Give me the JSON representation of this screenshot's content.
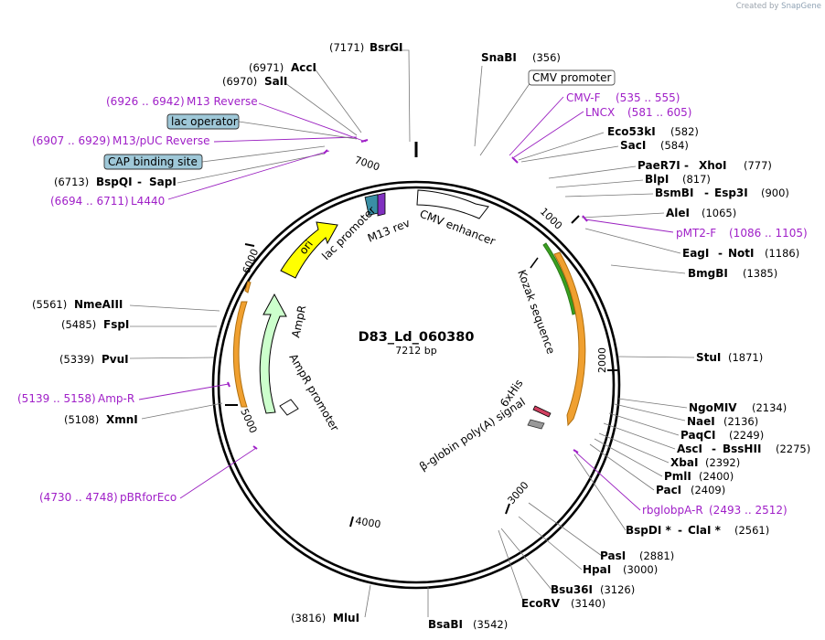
{
  "credit": {
    "prefix": "Created by",
    "brand": "SnapGene"
  },
  "plasmid": {
    "name": "D83_Ld_060380",
    "size": "7212 bp",
    "length": 7212
  },
  "ticks": [
    1000,
    2000,
    3000,
    4000,
    5000,
    6000,
    7000
  ],
  "enzymes": [
    {
      "name": "BsrGI",
      "pos": "(7171)",
      "at": 7171,
      "side": "L"
    },
    {
      "name": "AccI",
      "pos": "(6971)",
      "at": 6971,
      "side": "L"
    },
    {
      "name": "SalI",
      "pos": "(6970)",
      "at": 6970,
      "side": "L"
    },
    {
      "name": "BspQI",
      "name2": "SapI",
      "pos": "(6713)",
      "at": 6713,
      "side": "L"
    },
    {
      "name": "NmeAIII",
      "pos": "(5561)",
      "at": 5561,
      "side": "L"
    },
    {
      "name": "FspI",
      "pos": "(5485)",
      "at": 5485,
      "side": "L"
    },
    {
      "name": "PvuI",
      "pos": "(5339)",
      "at": 5339,
      "side": "L"
    },
    {
      "name": "XmnI",
      "pos": "(5108)",
      "at": 5108,
      "side": "L"
    },
    {
      "name": "MluI",
      "pos": "(3816)",
      "at": 3816,
      "side": "L"
    },
    {
      "name": "SnaBI",
      "pos": "(356)",
      "at": 356,
      "side": "R"
    },
    {
      "name": "Eco53kI",
      "pos": "(582)",
      "at": 582,
      "side": "R"
    },
    {
      "name": "SacI",
      "pos": "(584)",
      "at": 584,
      "side": "R"
    },
    {
      "name": "PaeR7I",
      "name2": "XhoI",
      "pos": "(777)",
      "at": 777,
      "side": "R"
    },
    {
      "name": "BlpI",
      "pos": "(817)",
      "at": 817,
      "side": "R"
    },
    {
      "name": "BsmBI",
      "name2": "Esp3I",
      "pos": "(900)",
      "at": 900,
      "side": "R"
    },
    {
      "name": "AleI",
      "pos": "(1065)",
      "at": 1065,
      "side": "R"
    },
    {
      "name": "EagI",
      "name2": "NotI",
      "pos": "(1186)",
      "at": 1186,
      "side": "R"
    },
    {
      "name": "BmgBI",
      "pos": "(1385)",
      "at": 1385,
      "side": "R"
    },
    {
      "name": "StuI",
      "pos": "(1871)",
      "at": 1871,
      "side": "R"
    },
    {
      "name": "NgoMIV",
      "pos": "(2134)",
      "at": 2134,
      "side": "R"
    },
    {
      "name": "NaeI",
      "pos": "(2136)",
      "at": 2136,
      "side": "R"
    },
    {
      "name": "PaqCI",
      "pos": "(2249)",
      "at": 2249,
      "side": "R"
    },
    {
      "name": "AscI",
      "name2": "BssHII",
      "pos": "(2275)",
      "at": 2275,
      "side": "R"
    },
    {
      "name": "XbaI",
      "pos": "(2392)",
      "at": 2392,
      "side": "R"
    },
    {
      "name": "PmlI",
      "pos": "(2400)",
      "at": 2400,
      "side": "R"
    },
    {
      "name": "PacI",
      "pos": "(2409)",
      "at": 2409,
      "side": "R"
    },
    {
      "name": "BspDI *",
      "name2": "ClaI *",
      "pos": "(2561)",
      "at": 2561,
      "side": "R"
    },
    {
      "name": "PasI",
      "pos": "(2881)",
      "at": 2881,
      "side": "R"
    },
    {
      "name": "HpaI",
      "pos": "(3000)",
      "at": 3000,
      "side": "R"
    },
    {
      "name": "Bsu36I",
      "pos": "(3126)",
      "at": 3126,
      "side": "R"
    },
    {
      "name": "EcoRV",
      "pos": "(3140)",
      "at": 3140,
      "side": "R"
    },
    {
      "name": "BsaBI",
      "pos": "(3542)",
      "at": 3542,
      "side": "R"
    }
  ],
  "primers": [
    {
      "range": "(6926 .. 6942)",
      "name": "M13 Reverse",
      "side": "L"
    },
    {
      "range": "(6907 .. 6929)",
      "name": "M13/pUC Reverse",
      "side": "L"
    },
    {
      "range": "(6694 .. 6711)",
      "name": "L4440",
      "side": "L"
    },
    {
      "range": "(5139 .. 5158)",
      "name": "Amp-R",
      "side": "L"
    },
    {
      "range": "(4730 .. 4748)",
      "name": "pBRforEco",
      "side": "L"
    },
    {
      "name": "CMV-F",
      "range": "(535 .. 555)",
      "side": "R"
    },
    {
      "name": "LNCX",
      "range": "(581 .. 605)",
      "side": "R"
    },
    {
      "name": "pMT2-F",
      "range": "(1086 .. 1105)",
      "side": "R"
    },
    {
      "name": "rbglobpA-R",
      "range": "(2493 .. 2512)",
      "side": "R"
    }
  ],
  "boxed_features": [
    {
      "label": "CMV promoter",
      "style": "white"
    },
    {
      "label": "lac operator",
      "style": "blue"
    },
    {
      "label": "CAP binding site",
      "style": "blue"
    }
  ],
  "features": [
    {
      "label": "CMV enhancer"
    },
    {
      "label": "Kozak sequence"
    },
    {
      "label": "6xHis"
    },
    {
      "label": "β-globin poly(A) signal"
    },
    {
      "label": "ori"
    },
    {
      "label": "lac promoter"
    },
    {
      "label": "M13 rev"
    },
    {
      "label": "AmpR"
    },
    {
      "label": "AmpR promoter"
    }
  ],
  "colors": {
    "backbone": "#000000",
    "primer": "#a020c8",
    "ori": "#ffff00",
    "ampr": "#ccffcc",
    "cds_orange": "#f0a030",
    "cds_green": "#3aa020",
    "lac_box": "#9fc8d8",
    "his_tag": "#d04060",
    "polya": "#999999"
  }
}
